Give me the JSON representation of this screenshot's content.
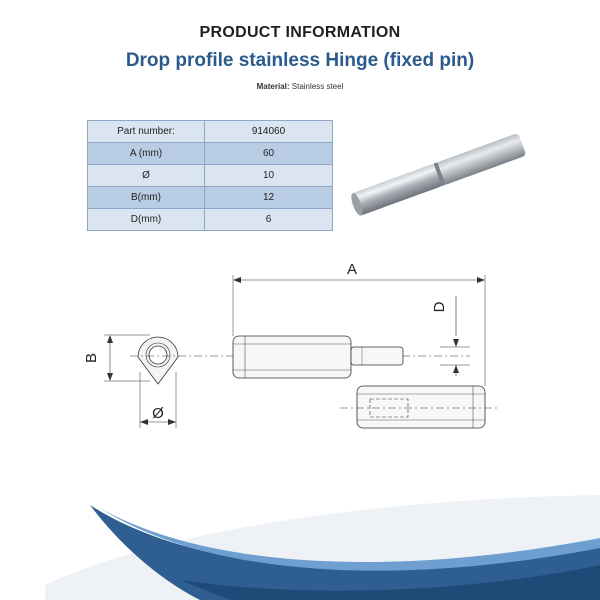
{
  "header": {
    "heading": "PRODUCT INFORMATION",
    "subtitle": "Drop profile stainless Hinge (fixed pin)",
    "material_label": "Material:",
    "material_value": "Stainless steel"
  },
  "spec_table": {
    "rows": [
      {
        "label": "Part number:",
        "value": "914060"
      },
      {
        "label": "A (mm)",
        "value": "60"
      },
      {
        "label": "Ø",
        "value": "10"
      },
      {
        "label": "B(mm)",
        "value": "12"
      },
      {
        "label": "D(mm)",
        "value": "6"
      }
    ]
  },
  "drawing": {
    "dim_a": "A",
    "dim_b": "B",
    "dim_d": "D",
    "dim_diameter": "Ø"
  },
  "colors": {
    "title_blue": "#2b5a8c",
    "table_light": "#dbe5f1",
    "table_dark": "#b8cce4",
    "swoosh_dark": "#2f5f92",
    "swoosh_light": "#6e9fd0"
  }
}
